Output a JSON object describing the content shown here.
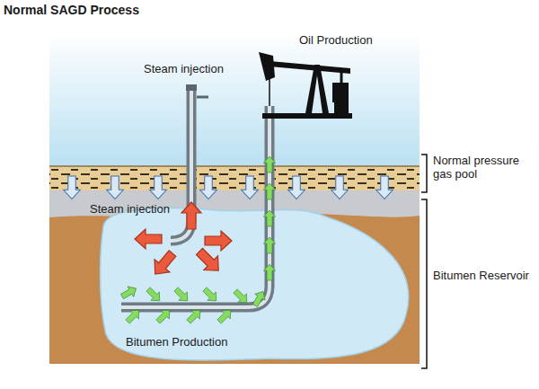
{
  "diagram": {
    "title": "Normal SAGD Process",
    "labels": [
      "Oil Production",
      "Steam injection",
      "Normal pressure gas pool",
      "Steam injection",
      "Bitumen Reservoir",
      "Bitumen Production"
    ]
  }
}
